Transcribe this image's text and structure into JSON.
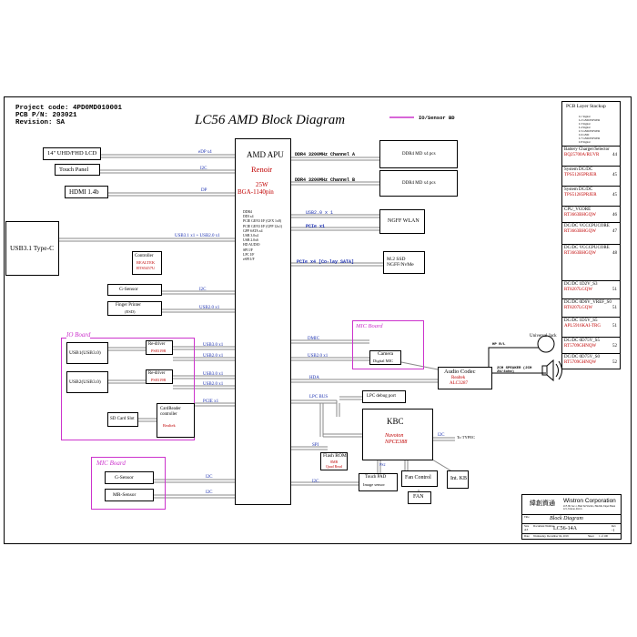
{
  "header": {
    "project_code": "Project code: 4PD0MD010001",
    "pcb_pn": "PCB P/N: 203021",
    "revision": "Revision: SA",
    "title": "LC56 AMD Block Diagram",
    "legend_label": "IO/Sensor BD"
  },
  "apu": {
    "title": "AMD APU",
    "name": "Renoir",
    "power": "25W",
    "package": "BGA-1140pin",
    "interfaces": [
      "DDR4",
      "DDI x4",
      "PCIE GEN3 I/F (GFX 1x8)",
      "PCIE GEN3 I/F (GPP 12x1)",
      "GPP SATA x4",
      "USB 3.0x4",
      "USB 2.0x6",
      "HD AUDIO",
      "SPI I/F",
      "LPC I/F",
      "eSPI I/F"
    ]
  },
  "left": {
    "lcd": "14\" UHD/FHD LCD",
    "lcd_bus": "eDP x4",
    "touch_panel": "Touch Panel",
    "touch_bus": "I2C",
    "hdmi": "HDMI 1.4b",
    "hdmi_bus": "DP",
    "typec": "USB3.1 Type-C",
    "typec_bus": "USB3.1 x1 + USB2.0 x1",
    "controller": "Controller",
    "controller_vendor": "REALTEK",
    "controller_part": "RTS5457U",
    "gsensor": "G-Sensor",
    "gsensor_bus": "I2C",
    "finger": "Finger Printer",
    "finger_part": "(ESD)",
    "finger_bus": "USB2.0 x1"
  },
  "io_board": {
    "label": "IO Board",
    "usb1": "USB1(USB3.0)",
    "usb2": "USB2(USB3.0)",
    "redriver": "Re-driver",
    "redriver_part": "PS8319B",
    "usb30_bus": "USB3.0 x1",
    "usb20_bus": "USB2.0 x1",
    "sd": "SD Card Slot",
    "cardreader": "CardReader controller",
    "cardreader_vendor": "Realtek",
    "pcie_bus": "PCIE x1"
  },
  "mic_board_left": {
    "label": "MIC Board",
    "gsensor": "G-Sensor",
    "mrsensor": "MR-Sensor",
    "bus": "I2C"
  },
  "right": {
    "ch_a": "DDR4 3200MHz Channel A",
    "ch_b": "DDR4 3200MHz Channel B",
    "dimm_a": "DDR4 MD x4 pcs",
    "dimm_b": "DDR4 MD x4 pcs",
    "wlan_bus1": "USB2.0 x 1",
    "wlan_bus2": "PCIe x1",
    "wlan": "NGFF WLAN",
    "ssd_bus": "PCIe x4 [Co-lay SATA]",
    "ssd": "M.2 SSD NGFF/NvMe",
    "mic_board": "MIC Board",
    "dmic": "DMIC",
    "usb_cam": "USB2.0 x1",
    "camera": "Camera",
    "camera_sub": "Digital MIC",
    "hda": "HDA",
    "codec": "Audio Codec",
    "codec_vendor": "Realtek",
    "codec_part": "ALC3287",
    "hp_label": "HP R/L",
    "universal_jack": "Universal Jack",
    "speaker": "2CH SPEAKER (2CH 2W/4ohm)",
    "lpc_bus": "LPC BUS",
    "lpc_debug": "LPC debug port",
    "kbc": "KBC",
    "kbc_vendor": "Nuvoton",
    "kbc_part": "NPCE388",
    "spi": "SPI",
    "flash": "Flash ROM",
    "flash_size": "8MB",
    "flash_type": "Quad Read",
    "i2c_typec": "I2C",
    "to_typec": "To TYPEC",
    "ps2": "PS2",
    "touchpad_bus": "I2C",
    "touchpad": "Touch PAD",
    "touchpad_sub": "Image sensor",
    "fan_control": "Fan Control",
    "fan": "FAN",
    "int_kb": "Int. KB"
  },
  "stackup": {
    "title": "PCB Layer Stackup",
    "layers": [
      "L1 Signal",
      "L2 GND/POWER",
      "L3 Signal",
      "L4 Signal",
      "L5 GND/POWER",
      "L6 GND",
      "L7 GND/POWER",
      "L8 Signal"
    ],
    "power_rows": [
      {
        "name": "Battery Charger/Selector",
        "part": "BQ25700A/RUVR",
        "page": "44"
      },
      {
        "name": "System DC/DC",
        "part": "TPS51285PRJER",
        "page": "45"
      },
      {
        "name": "System DC/DC",
        "part": "TPS51285PRJER",
        "page": "45"
      },
      {
        "name": "CPU_VCORE",
        "part": "RT3663BHGQW",
        "page": "46"
      },
      {
        "name": "DC/DC VCCCPUCORE",
        "part": "RT3663BHGQW",
        "page": "47"
      },
      {
        "name": "DC/DC VCCCPUCORE",
        "part": "RT3663BHGQW",
        "page": "48"
      },
      {
        "name": "DC/DC 1D2V_S3",
        "part": "RT8207LGQW",
        "page": "51"
      },
      {
        "name": "DC/DC 0D6V_VREF_S0",
        "part": "RT8207LGQW",
        "page": "51"
      },
      {
        "name": "DC/DC 1D5V_S5",
        "part": "APL5916KAI-TRG",
        "page": "51"
      },
      {
        "name": "DC/DC 0D75V_S5",
        "part": "RT5709GHNQW",
        "page": "52"
      },
      {
        "name": "DC/DC 0D75V_S0",
        "part": "RT5709GHNQW",
        "page": "52"
      }
    ]
  },
  "titleblock": {
    "company": "Wistron Corporation",
    "company_cn": "緯創資通",
    "address": "21F, 88, Sec.1, Hsin Tai Wu Rd., Hsichih, Taipei Hsien 221, Taiwan, R.O.C.",
    "title_label": "Title",
    "title": "Block Diagram",
    "docnum_label": "Document Number",
    "docnum": "LC56-14A",
    "rev_label": "Rev",
    "rev": "-1",
    "size_label": "Size",
    "size": "A3",
    "date_label": "Date",
    "date": "Wednesday, December 04, 2019",
    "sheet_label": "Sheet",
    "sheet": "1 of 100"
  }
}
